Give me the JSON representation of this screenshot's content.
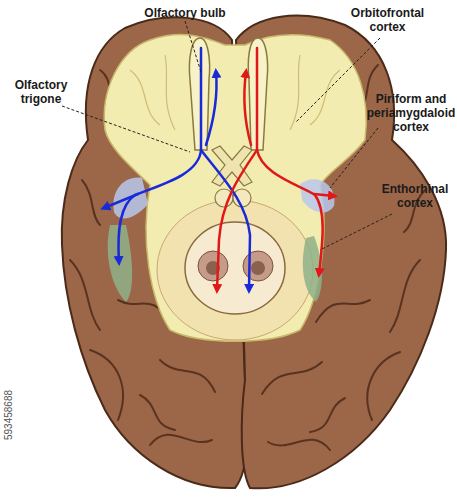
{
  "diagram": {
    "labels": [
      "Olfactory bulb",
      "Orbitofrontal cortex",
      "Olfactory trigone",
      "Piriform and periamygdaloid cortex",
      "Enthorhinal cortex",
      "593458688"
    ]
  }
}
